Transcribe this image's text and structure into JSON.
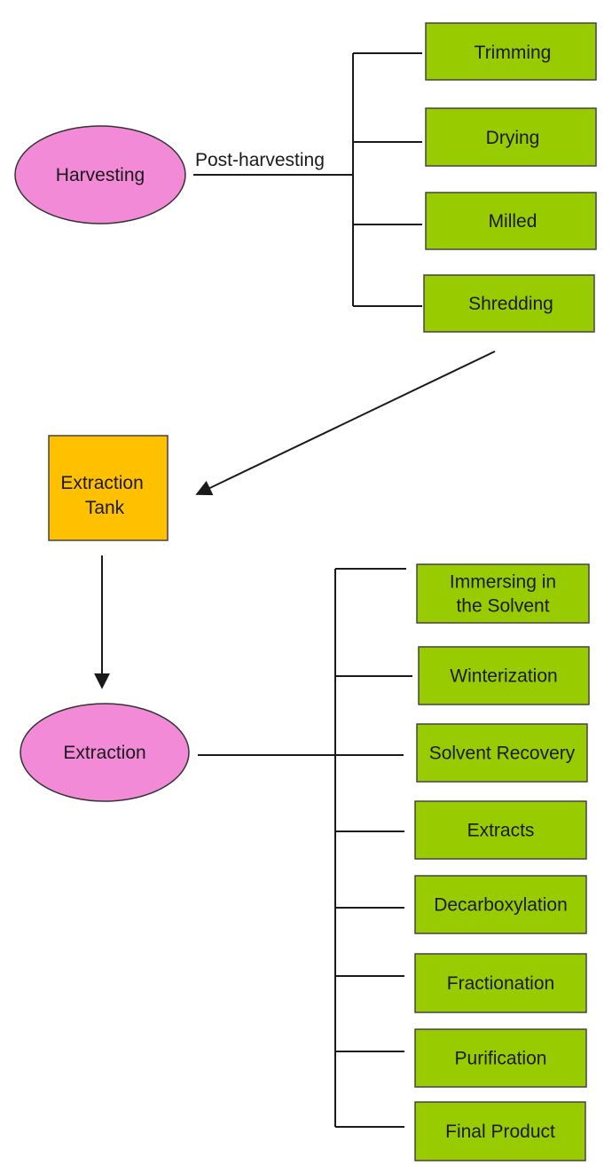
{
  "colors": {
    "ellipse_fill": "#f28ad7",
    "box_green": "#99cc00",
    "box_orange": "#ffc000",
    "line": "#1a1a1a"
  },
  "diagram": {
    "harvesting": "Harvesting",
    "post_harvesting_label": "Post-harvesting",
    "post_harvest_steps": [
      "Trimming",
      "Drying",
      "Milled",
      "Shredding"
    ],
    "extraction_tank": [
      "Extraction",
      "Tank"
    ],
    "extraction": "Extraction",
    "extraction_steps": [
      [
        "Immersing in",
        "the Solvent"
      ],
      [
        "Winterization"
      ],
      [
        "Solvent Recovery"
      ],
      [
        "Extracts"
      ],
      [
        "Decarboxylation"
      ],
      [
        "Fractionation"
      ],
      [
        "Purification"
      ],
      [
        "Final Product"
      ]
    ]
  }
}
